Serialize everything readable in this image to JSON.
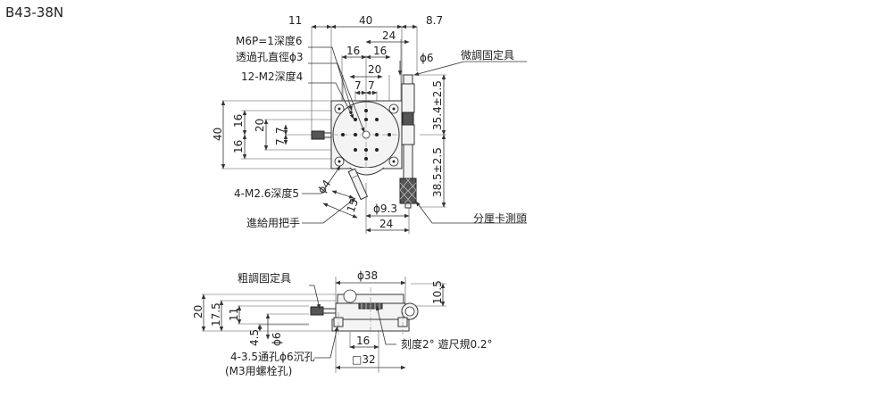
{
  "model": "B43-38N",
  "top_view": {
    "dims": {
      "d11": "11",
      "d40_top": "40",
      "d8_7": "8.7",
      "d24_top": "24",
      "d16a": "16",
      "d16b": "16",
      "d20_top": "20",
      "d7a": "7",
      "d7b": "7",
      "d40_left": "40",
      "d16_left_a": "16",
      "d16_left_b": "16",
      "d20_left": "20",
      "d7_left_a": "7",
      "d7_left_b": "7",
      "phi6": "ϕ6",
      "stroke_upper": "35.4±2.5",
      "stroke_lower": "38.5±2.5",
      "phi4": "ϕ4",
      "d15": "15",
      "phi9_3": "ϕ9.3",
      "d24_bottom": "24"
    },
    "labels": {
      "m6p": "M6P=1深度6",
      "through_hole": "透過孔直徑ϕ3",
      "m2": "12-M2深度4",
      "m2_6": "4-M2.6深度5",
      "feed_handle": "進給用把手",
      "fine_lock": "微調固定具",
      "micrometer": "分厘卡測頭"
    }
  },
  "side_view": {
    "dims": {
      "phi38": "ϕ38",
      "d10_5": "10.5",
      "d20": "20",
      "d17_5": "17.5",
      "d11": "11",
      "d4_5": "4.5",
      "phi6": "ϕ6",
      "d16": "16",
      "sq32": "□32"
    },
    "labels": {
      "coarse_lock": "粗調固定具",
      "scale": "刻度2° 遊尺規0.2°",
      "holes_line1": "4-3.5通孔ϕ6沉孔",
      "holes_line2": "(M3用螺栓孔)"
    }
  }
}
